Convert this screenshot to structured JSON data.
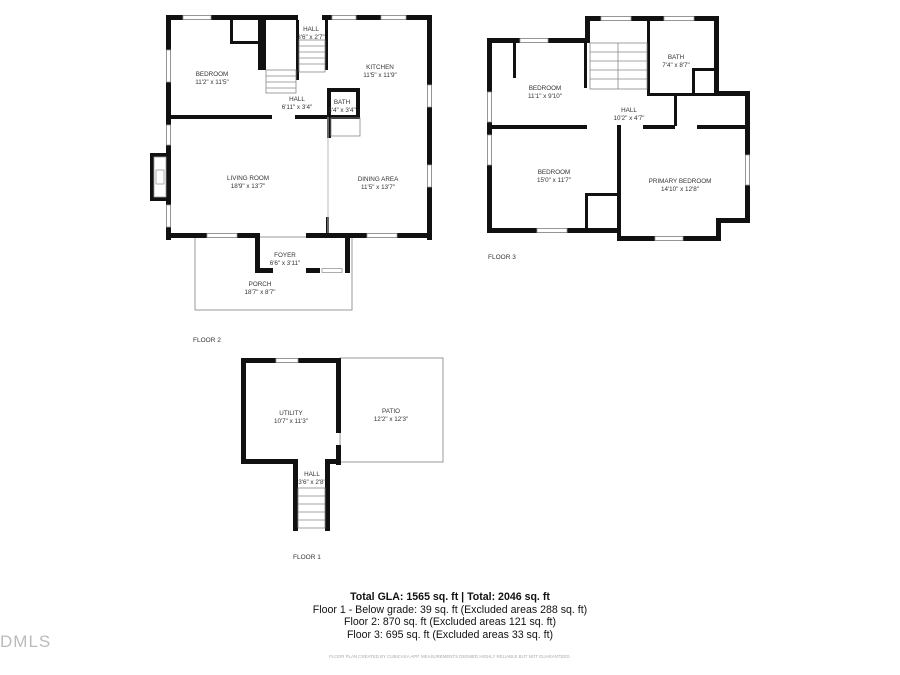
{
  "floors": {
    "floor2": {
      "label": "FLOOR 2",
      "rooms": {
        "bedroom": {
          "name": "BEDROOM",
          "dim": "11'2\" x 11'5\""
        },
        "hall_top": {
          "name": "HALL",
          "dim": "3'6\" x 2'7\""
        },
        "kitchen": {
          "name": "KITCHEN",
          "dim": "11'5\" x 11'9\""
        },
        "hall": {
          "name": "HALL",
          "dim": "6'11\" x 3'4\""
        },
        "bath": {
          "name": "BATH",
          "dim": "3'4\" x 3'4\""
        },
        "living": {
          "name": "LIVING ROOM",
          "dim": "18'9\" x 13'7\""
        },
        "dining": {
          "name": "DINING AREA",
          "dim": "11'5\" x 13'7\""
        },
        "foyer": {
          "name": "FOYER",
          "dim": "6'6\" x 3'11\""
        },
        "porch": {
          "name": "PORCH",
          "dim": "18'7\" x 8'7\""
        }
      }
    },
    "floor3": {
      "label": "FLOOR 3",
      "rooms": {
        "bedroom1": {
          "name": "BEDROOM",
          "dim": "11'1\" x 9'10\""
        },
        "bath": {
          "name": "BATH",
          "dim": "7'4\" x 8'7\""
        },
        "hall": {
          "name": "HALL",
          "dim": "10'2\" x 4'7\""
        },
        "bedroom2": {
          "name": "BEDROOM",
          "dim": "15'0\" x 11'7\""
        },
        "primary": {
          "name": "PRIMARY BEDROOM",
          "dim": "14'10\" x 12'8\""
        }
      }
    },
    "floor1": {
      "label": "FLOOR 1",
      "rooms": {
        "utility": {
          "name": "UTILITY",
          "dim": "10'7\" x 11'3\""
        },
        "patio": {
          "name": "PATIO",
          "dim": "12'2\" x 12'3\""
        },
        "hall": {
          "name": "HALL",
          "dim": "3'6\" x 2'8\""
        }
      }
    }
  },
  "summary": {
    "total": "Total GLA: 1565 sq. ft | Total: 2046 sq. ft",
    "floor1": "Floor 1 - Below grade: 39 sq. ft (Excluded areas 288 sq. ft)",
    "floor2": "Floor 2: 870 sq. ft (Excluded areas 121 sq. ft)",
    "floor3": "Floor 3: 695 sq. ft (Excluded areas 33 sq. ft)"
  },
  "disclaimer": "FLOOR PLAN CREATED BY CUBICASA APP. MEASUREMENTS DEEMED HIGHLY RELIABLE BUT NOT GUARANTEED.",
  "logo": "DMLS",
  "colors": {
    "wall": "#111111",
    "window": "#999999"
  }
}
